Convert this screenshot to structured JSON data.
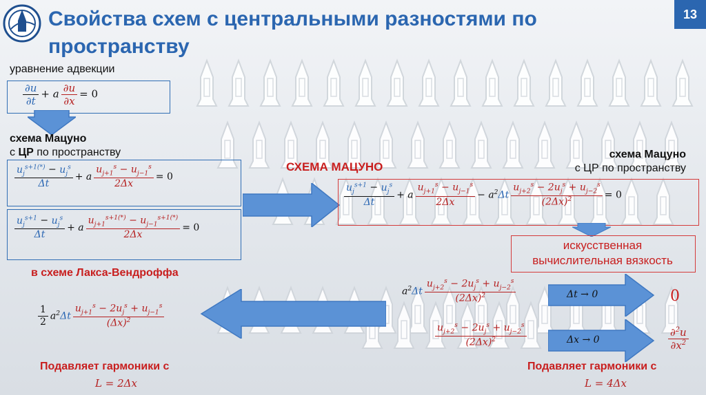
{
  "slide": {
    "title": "Свойства схем с центральными разностями по пространству",
    "page_number": "13",
    "advection_label": "уравнение адвекции",
    "advection_eq": "∂u/∂t + a ∂u/∂x = 0",
    "left_scheme_label_bold": "схема Мацуно",
    "left_scheme_label_prefix": "с ",
    "left_scheme_label_cr": "ЦР",
    "left_scheme_label_suffix": " по пространству",
    "center_label": "СХЕМА МАЦУНО",
    "right_scheme_label_bold": "схема Мацуно",
    "right_scheme_label_line2": "с ЦР по пространству",
    "viscosity_line1": "искусственная",
    "viscosity_line2": "вычислительная вязкость",
    "lax_label": "в схеме Лакса-Вендроффа",
    "arrow1_label": "Δt → 0",
    "arrow1_result": "0",
    "arrow2_label": "Δx → 0",
    "suppress_left": "Подавляет гармоники с",
    "suppress_left_eq": "L = 2Δx",
    "suppress_right": "Подавляет гармоники с",
    "suppress_right_eq": "L = 4Δx"
  },
  "colors": {
    "title": "#2b66b0",
    "red": "#c81e1e",
    "blue_box": "#2f6db4",
    "arrow_fill": "#5b92d6"
  },
  "icons": [
    "logo-icon",
    "arrow-down-icon",
    "arrow-right-icon",
    "arrow-left-icon"
  ]
}
